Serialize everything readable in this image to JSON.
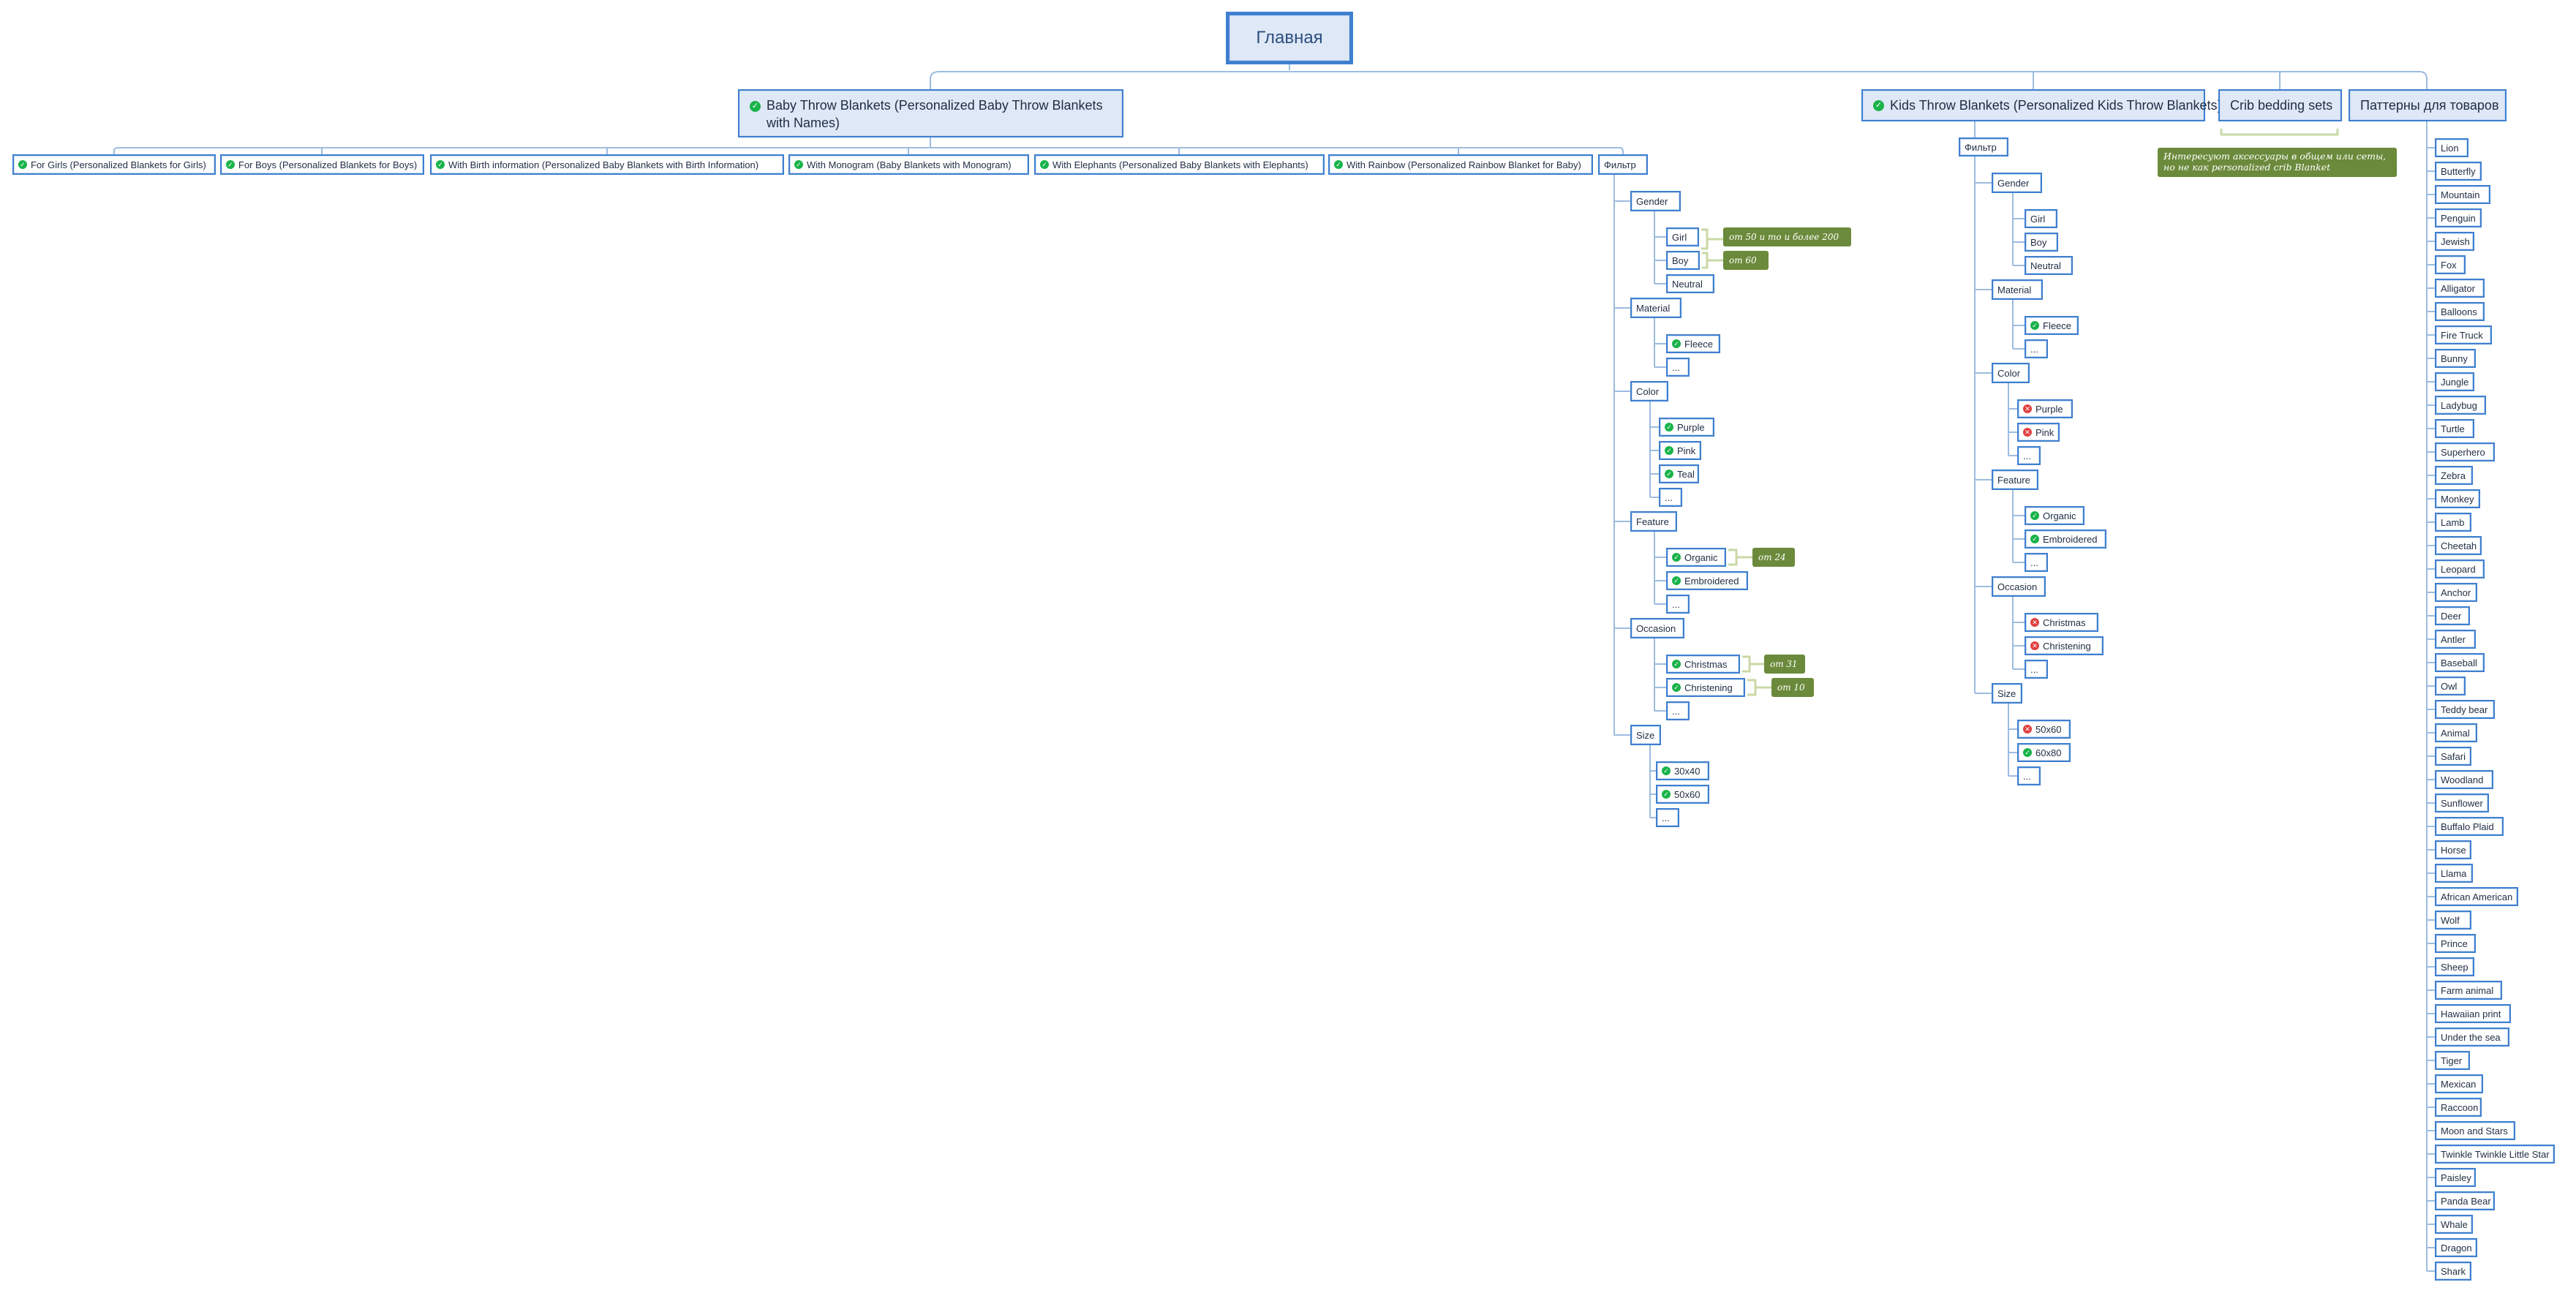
{
  "root": {
    "label": "Главная"
  },
  "baby": {
    "label": "Baby Throw Blankets (Personalized Baby Throw Blankets with Names)",
    "children": [
      "For Girls (Personalized Blankets for Girls)",
      "For Boys (Personalized Blankets for Boys)",
      "With Birth information (Personalized Baby Blankets with Birth Information)",
      "With Monogram (Baby Blankets with Monogram)",
      "With Elephants (Personalized Baby Blankets with Elephants)",
      "With Rainbow (Personalized Rainbow Blanket for Baby)"
    ],
    "filter": {
      "label": "Фильтр",
      "groups": [
        {
          "name": "Gender",
          "items": [
            "Girl",
            "Boy",
            "Neutral"
          ]
        },
        {
          "name": "Material",
          "items": [
            "Fleece",
            "..."
          ]
        },
        {
          "name": "Color",
          "items": [
            "Purple",
            "Pink",
            "Teal",
            "..."
          ]
        },
        {
          "name": "Feature",
          "items": [
            "Organic",
            "Embroidered",
            "..."
          ]
        },
        {
          "name": "Occasion",
          "items": [
            "Christmas",
            "Christening",
            "..."
          ]
        },
        {
          "name": "Size",
          "items": [
            "30x40",
            "50x60",
            "..."
          ]
        }
      ],
      "notes": [
        "от 50 и то и более 200",
        "от 60",
        "от 24",
        "от 31",
        "от 10"
      ]
    }
  },
  "kids": {
    "label": "Kids Throw Blankets (Personalized Kids Throw Blankets)",
    "filter": {
      "label": "Фильтр",
      "groups": [
        {
          "name": "Gender",
          "items": [
            "Girl",
            "Boy",
            "Neutral"
          ]
        },
        {
          "name": "Material",
          "items": [
            "Fleece",
            "..."
          ]
        },
        {
          "name": "Color",
          "items": [
            "Purple",
            "Pink",
            "..."
          ]
        },
        {
          "name": "Feature",
          "items": [
            "Organic",
            "Embroidered",
            "..."
          ]
        },
        {
          "name": "Occasion",
          "items": [
            "Christmas",
            "Christening",
            "..."
          ]
        },
        {
          "name": "Size",
          "items": [
            "50x60",
            "60x80",
            "..."
          ]
        }
      ]
    }
  },
  "crib": {
    "label": "Crib bedding sets",
    "note": "Интересуют аксессуары в общем или сеты, но не как personalized crib Blanket"
  },
  "patterns": {
    "label": "Паттерны для товаров",
    "items": [
      "Lion",
      "Butterfly",
      "Mountain",
      "Penguin",
      "Jewish",
      "Fox",
      "Alligator",
      "Balloons",
      "Fire Truck",
      "Bunny",
      "Jungle",
      "Ladybug",
      "Turtle",
      "Superhero",
      "Zebra",
      "Monkey",
      "Lamb",
      "Cheetah",
      "Leopard",
      "Anchor",
      "Deer",
      "Antler",
      "Baseball",
      "Owl",
      "Teddy bear",
      "Animal",
      "Safari",
      "Woodland",
      "Sunflower",
      "Buffalo Plaid",
      "Horse",
      "Llama",
      "African American",
      "Wolf",
      "Prince",
      "Sheep",
      "Farm animal",
      "Hawaiian print",
      "Under the sea",
      "Tiger",
      "Mexican",
      "Raccoon",
      "Moon and Stars",
      "Twinkle Twinkle Little Star",
      "Paisley",
      "Panda Bear",
      "Whale",
      "Dragon",
      "Shark"
    ]
  },
  "colors": {
    "border": "#3f7fcf",
    "mainFill": "#dfe8f6",
    "check": "#19b34a",
    "cross": "#e04040",
    "note": "#6b8a3b",
    "line": "#9dbce0",
    "bracket": "#c8d9a6"
  }
}
